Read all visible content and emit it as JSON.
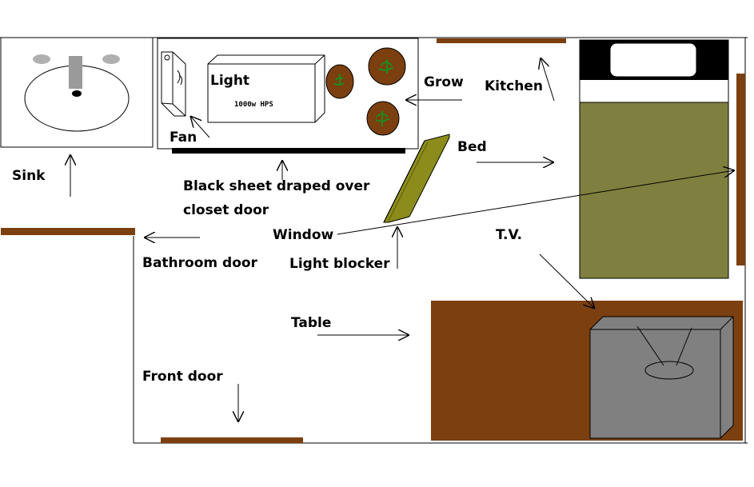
{
  "labels": {
    "sink": "Sink",
    "fan": "Fan",
    "light": "Light",
    "light_spec": "1000w HPS",
    "grow": "Grow",
    "kitchen": "Kitchen",
    "bed": "Bed",
    "black_sheet_line1": "Black sheet draped over",
    "black_sheet_line2": "closet door",
    "window": "Window",
    "light_blocker": "Light blocker",
    "bathroom_door": "Bathroom door",
    "tv": "T.V.",
    "table": "Table",
    "front_door": "Front door"
  },
  "colors": {
    "door": "#7b3f10",
    "bed_blanket": "#7f7f3f",
    "bed_head": "#000000",
    "pillow": "#ffffff",
    "table": "#7b3f10",
    "tv_body": "#808080",
    "tv_edge": "#666666",
    "pot": "#7b3f10",
    "plant": "#1e8a1e",
    "light_blocker": "#8c8c1c",
    "faucet": "#9a9a9a",
    "knob": "#b0b0b0",
    "black_sheet": "#000000",
    "wall": "#000000"
  }
}
